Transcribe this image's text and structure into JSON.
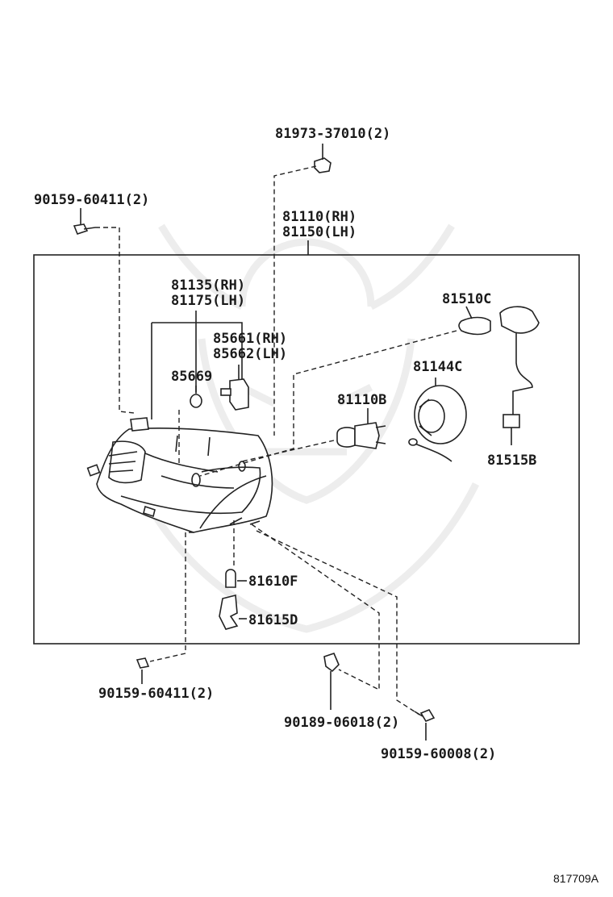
{
  "labels": {
    "p81973": "81973-37010(2)",
    "p90159_top": "90159-60411(2)",
    "p81110_rh": "81110(RH)",
    "p81150_lh": "81150(LH)",
    "p81135_rh": "81135(RH)",
    "p81175_lh": "81175(LH)",
    "p85661_rh": "85661(RH)",
    "p85662_lh": "85662(LH)",
    "p85669": "85669",
    "p81510c": "81510C",
    "p81144c": "81144C",
    "p81110b": "81110B",
    "p81515b": "81515B",
    "p81610f": "81610F",
    "p81615d": "81615D",
    "p90159_bottom": "90159-60411(2)",
    "p90189": "90189-06018(2)",
    "p90159_60008": "90159-60008(2)",
    "ref": "817709A"
  },
  "colors": {
    "line": "#222222",
    "watermark": "#ededed",
    "background": "#ffffff"
  }
}
